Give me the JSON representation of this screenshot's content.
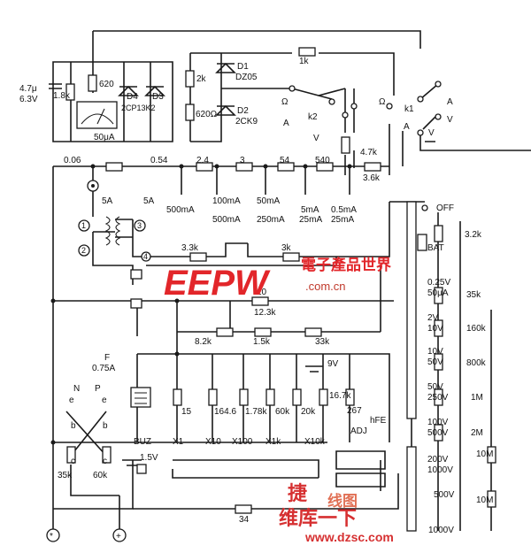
{
  "labels": {
    "r_1k": "1k",
    "cap": "4.7μ",
    "cap_v": "6.3V",
    "r_620": "620",
    "r_18k": "1.8k",
    "meter": "50μA",
    "d4": "D4",
    "d3": "D3",
    "d_type": "2CP13K2",
    "r_2k": "2k",
    "r_620ohm": "620Ω",
    "d1": "D1",
    "dz": "DZ05",
    "d2": "D2",
    "ck9": "2CK9",
    "k2": "k2",
    "k1": "k1",
    "ohm": "Ω",
    "a": "A",
    "v": "V",
    "r_47k": "4.7k",
    "r_36k": "3.6k",
    "s_006": "0.06",
    "s_054": "0.54",
    "s_24": "2.4",
    "s_3": "3",
    "s_54": "54",
    "s_540": "540",
    "ma500": "500mA",
    "ma100": "100mA",
    "ma500b": "500mA",
    "ma50": "50mA",
    "ma250": "250mA",
    "ma5": "5mA",
    "ma25": "25mA",
    "ma05": "0.5mA",
    "ma25b": "25mA",
    "a5": "5A",
    "a5b": "5A",
    "n1": "1",
    "n2": "2",
    "n3": "3",
    "n4": "4",
    "r_33k": "3.3k",
    "r_3k": "3k",
    "off": "OFF",
    "bat": "BAT",
    "r_32k": "3.2k",
    "ua025": "0.25V",
    "ua50": "50μA",
    "r_35k": "35k",
    "v2": "2V",
    "v10": "10V",
    "r_160k": "160k",
    "v10b": "10V",
    "v50": "50V",
    "r_800k": "800k",
    "v50b": "50V",
    "v250": "250V",
    "r_1m": "1M",
    "v100": "100V",
    "v500": "500V",
    "r_2m": "2M",
    "v200": "200V",
    "v1000": "1000V",
    "r_10m": "10M",
    "v500b": "500V",
    "r_10m2": "10M",
    "v1000b": "1000V",
    "r_10": "10",
    "r_123k": "12.3k",
    "r_82k": "8.2k",
    "r_15k": "1.5k",
    "r_33kb": "33k",
    "fuse": "F",
    "fuse_a": "0.75A",
    "v9": "9V",
    "r_15": "15",
    "r_1646": "164.6",
    "r_178k": "1.78k",
    "r_60k": "60k",
    "r_20k": "20k",
    "r_167k": "16.7k",
    "r_267": "267",
    "hfe": "hFE",
    "buz": "BUZ",
    "x1": "X1",
    "x10": "X10",
    "x100": "X100",
    "x1k": "X1k",
    "x10k": "X10k",
    "adj": "ADJ",
    "v15": "1.5V",
    "r_35kb": "35k",
    "r_60kb": "60k",
    "r_34": "34",
    "n": "N",
    "p": "P",
    "e": "e",
    "e2": "e",
    "b": "b",
    "b2": "b",
    "c": "c",
    "c2": "c",
    "minus": "*",
    "plus": "+"
  },
  "watermark": {
    "eepw": "EEPW",
    "cn_name": "電子產品世界",
    "site": ".com.cn",
    "jx": "捷",
    "ss": "线图",
    "weiku": "维库一下",
    "dzsc": "www.dzsc.com"
  },
  "colors": {
    "line": "#1a1a1a",
    "watermark": "#e2262a"
  }
}
